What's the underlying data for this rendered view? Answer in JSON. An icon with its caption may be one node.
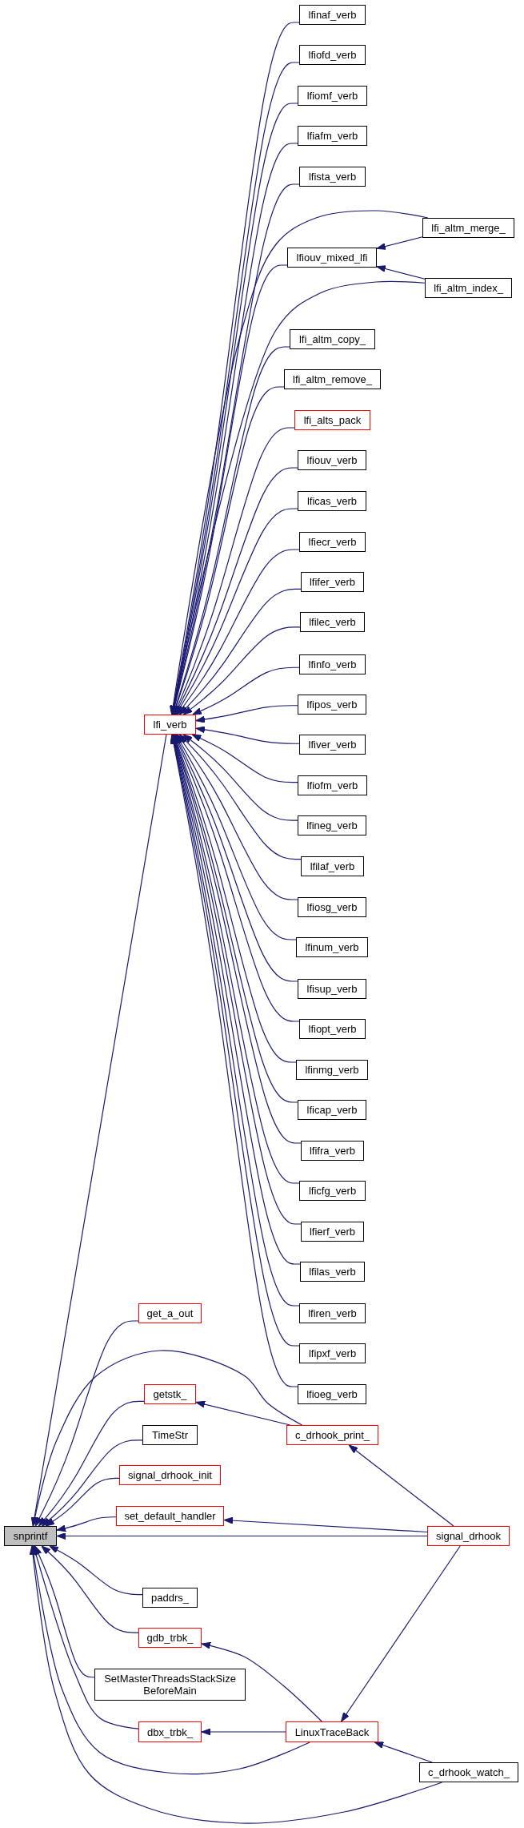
{
  "diagram": {
    "nodes": [
      {
        "text": [
          "lfinaf_verb"
        ]
      },
      {
        "text": [
          "lfiofd_verb"
        ]
      },
      {
        "text": [
          "lfiomf_verb"
        ]
      },
      {
        "text": [
          "lfiafm_verb"
        ]
      },
      {
        "text": [
          "lfista_verb"
        ]
      },
      {
        "text": [
          "lfi_altm_merge_"
        ]
      },
      {
        "text": [
          "lfiouv_mixed_lfi"
        ]
      },
      {
        "text": [
          "lfi_altm_index_"
        ]
      },
      {
        "text": [
          "lfi_altm_copy_"
        ]
      },
      {
        "text": [
          "lfi_altm_remove_"
        ]
      },
      {
        "text": [
          "lfi_alts_pack"
        ]
      },
      {
        "text": [
          "lfiouv_verb"
        ]
      },
      {
        "text": [
          "lficas_verb"
        ]
      },
      {
        "text": [
          "lfiecr_verb"
        ]
      },
      {
        "text": [
          "lfifer_verb"
        ]
      },
      {
        "text": [
          "lfilec_verb"
        ]
      },
      {
        "text": [
          "lfinfo_verb"
        ]
      },
      {
        "text": [
          "lfipos_verb"
        ]
      },
      {
        "text": [
          "lfi_verb"
        ]
      },
      {
        "text": [
          "lfiver_verb"
        ]
      },
      {
        "text": [
          "lfiofm_verb"
        ]
      },
      {
        "text": [
          "lfineg_verb"
        ]
      },
      {
        "text": [
          "lfilaf_verb"
        ]
      },
      {
        "text": [
          "lfiosg_verb"
        ]
      },
      {
        "text": [
          "lfinum_verb"
        ]
      },
      {
        "text": [
          "lfisup_verb"
        ]
      },
      {
        "text": [
          "lfiopt_verb"
        ]
      },
      {
        "text": [
          "lfinmg_verb"
        ]
      },
      {
        "text": [
          "lficap_verb"
        ]
      },
      {
        "text": [
          "lfifra_verb"
        ]
      },
      {
        "text": [
          "lficfg_verb"
        ]
      },
      {
        "text": [
          "lfierf_verb"
        ]
      },
      {
        "text": [
          "lfilas_verb"
        ]
      },
      {
        "text": [
          "get_a_out"
        ]
      },
      {
        "text": [
          "lfiren_verb"
        ]
      },
      {
        "text": [
          "lfipxf_verb"
        ]
      },
      {
        "text": [
          "getstk_"
        ]
      },
      {
        "text": [
          "lfioeg_verb"
        ]
      },
      {
        "text": [
          "TimeStr"
        ]
      },
      {
        "text": [
          "c_drhook_print_"
        ]
      },
      {
        "text": [
          "signal_drhook_init"
        ]
      },
      {
        "text": [
          "set_default_handler"
        ]
      },
      {
        "text": [
          "snprintf"
        ]
      },
      {
        "text": [
          "signal_drhook"
        ]
      },
      {
        "text": [
          "paddrs_"
        ]
      },
      {
        "text": [
          "gdb_trbk_"
        ]
      },
      {
        "text": [
          "SetMasterThreadsStackSize BeforeMain"
        ]
      },
      {
        "text": [
          "dbx_trbk_"
        ]
      },
      {
        "text": [
          "LinuxTraceBack"
        ]
      },
      {
        "text": [
          "c_drhook_watch_"
        ]
      }
    ],
    "edges": [
      {
        "from": 18,
        "to": 42,
        "arrow": "to"
      },
      {
        "from": 0,
        "to": 18,
        "arrow": "to"
      },
      {
        "from": 1,
        "to": 18,
        "arrow": "to"
      },
      {
        "from": 2,
        "to": 18,
        "arrow": "to"
      },
      {
        "from": 3,
        "to": 18,
        "arrow": "to"
      },
      {
        "from": 4,
        "to": 18,
        "arrow": "to"
      },
      {
        "from": 5,
        "to": 18,
        "arrow": "to"
      },
      {
        "from": 5,
        "to": 6,
        "arrow": "to"
      },
      {
        "from": 6,
        "to": 18,
        "arrow": "to"
      },
      {
        "from": 7,
        "to": 18,
        "arrow": "to"
      },
      {
        "from": 7,
        "to": 6,
        "arrow": "to"
      },
      {
        "from": 8,
        "to": 18,
        "arrow": "to"
      },
      {
        "from": 9,
        "to": 18,
        "arrow": "to"
      },
      {
        "from": 10,
        "to": 18,
        "arrow": "to"
      },
      {
        "from": 11,
        "to": 18,
        "arrow": "to"
      },
      {
        "from": 12,
        "to": 18,
        "arrow": "to"
      },
      {
        "from": 13,
        "to": 18,
        "arrow": "to"
      },
      {
        "from": 14,
        "to": 18,
        "arrow": "to"
      },
      {
        "from": 15,
        "to": 18,
        "arrow": "to"
      },
      {
        "from": 16,
        "to": 18,
        "arrow": "to"
      },
      {
        "from": 17,
        "to": 18,
        "arrow": "to"
      },
      {
        "from": 19,
        "to": 18,
        "arrow": "to"
      },
      {
        "from": 20,
        "to": 18,
        "arrow": "to"
      },
      {
        "from": 21,
        "to": 18,
        "arrow": "to"
      },
      {
        "from": 22,
        "to": 18,
        "arrow": "to"
      },
      {
        "from": 23,
        "to": 18,
        "arrow": "to"
      },
      {
        "from": 24,
        "to": 18,
        "arrow": "to"
      },
      {
        "from": 25,
        "to": 18,
        "arrow": "to"
      },
      {
        "from": 26,
        "to": 18,
        "arrow": "to"
      },
      {
        "from": 27,
        "to": 18,
        "arrow": "to"
      },
      {
        "from": 28,
        "to": 18,
        "arrow": "to"
      },
      {
        "from": 29,
        "to": 18,
        "arrow": "to"
      },
      {
        "from": 30,
        "to": 18,
        "arrow": "to"
      },
      {
        "from": 31,
        "to": 18,
        "arrow": "to"
      },
      {
        "from": 32,
        "to": 18,
        "arrow": "to"
      },
      {
        "from": 34,
        "to": 18,
        "arrow": "to"
      },
      {
        "from": 35,
        "to": 18,
        "arrow": "to"
      },
      {
        "from": 37,
        "to": 18,
        "arrow": "to"
      },
      {
        "from": 33,
        "to": 42,
        "arrow": "to"
      },
      {
        "from": 39,
        "to": 42,
        "arrow": "to"
      },
      {
        "from": 36,
        "to": 42,
        "arrow": "to"
      },
      {
        "from": 39,
        "to": 36,
        "arrow": "to"
      },
      {
        "from": 38,
        "to": 42,
        "arrow": "to"
      },
      {
        "from": 40,
        "to": 42,
        "arrow": "to"
      },
      {
        "from": 41,
        "to": 42,
        "arrow": "to"
      },
      {
        "from": 43,
        "to": 41,
        "arrow": "to"
      },
      {
        "from": 43,
        "to": 42,
        "arrow": "to"
      },
      {
        "from": 43,
        "to": 39,
        "arrow": "to"
      },
      {
        "from": 43,
        "to": 48,
        "arrow": "to"
      },
      {
        "from": 44,
        "to": 42,
        "arrow": "to"
      },
      {
        "from": 45,
        "to": 42,
        "arrow": "to"
      },
      {
        "from": 46,
        "to": 42,
        "arrow": "to"
      },
      {
        "from": 47,
        "to": 42,
        "arrow": "to"
      },
      {
        "from": 48,
        "to": 45,
        "arrow": "to"
      },
      {
        "from": 48,
        "to": 47,
        "arrow": "to"
      },
      {
        "from": 48,
        "to": 42,
        "arrow": "to"
      },
      {
        "from": 49,
        "to": 48,
        "arrow": "to"
      },
      {
        "from": 49,
        "to": 42,
        "arrow": "to"
      }
    ]
  }
}
